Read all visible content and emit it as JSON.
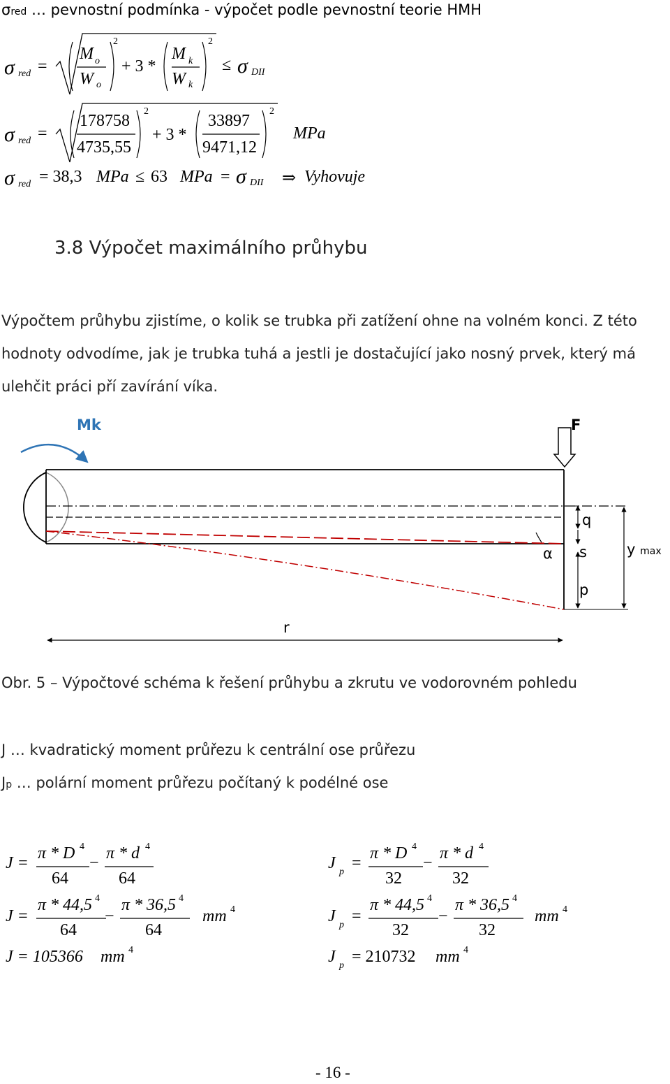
{
  "top_definition": {
    "sigma": "σ",
    "sub": "red",
    "text": " … pevnostní podmínka - výpočet podle pevnostní teorie HMH"
  },
  "eq1": {
    "sigma": "σ",
    "sub": "red",
    "eq": "=",
    "M": "M",
    "o": "o",
    "W": "W",
    "k": "k",
    "plus3": "+ 3 *",
    "exp": "2",
    "leq": "≤",
    "rhs_sigma": "σ",
    "rhs_sub": "DII"
  },
  "eq2": {
    "sigma": "σ",
    "sub": "red",
    "eq": "=",
    "num1": "178758",
    "den1": "4735,55",
    "plus3": "+ 3 *",
    "num2": "33897",
    "den2": "9471,12",
    "exp": "2",
    "unit": "MPa"
  },
  "eq3": {
    "sigma": "σ",
    "sub": "red",
    "value": "= 38,3",
    "mpa1": "MPa",
    "leq": "≤",
    "limit": "63",
    "mpa2": "MPa",
    "eq": "=",
    "rhs_sigma": "σ",
    "rhs_sub": "DII",
    "implies": "⇒",
    "result": "Vyhovuje"
  },
  "section_heading": "3.8 Výpočet maximálního průhybu",
  "paragraph": {
    "line1": "Výpočtem průhybu zjistíme, o kolik se trubka při zatížení ohne na volném konci. Z této",
    "line2": "hodnoty odvodíme, jak je trubka tuhá a jestli je dostačující jako nosný prvek, který má",
    "line3": "ulehčit práci pří zavírání víka."
  },
  "diagram": {
    "labels": {
      "mk": "Mk",
      "f": "F",
      "q": "q",
      "alpha": "α",
      "s": "s",
      "p": "p",
      "y": "y",
      "ymax_sub": "max",
      "r": "r"
    },
    "colors": {
      "mk_blue": "#2e74b5",
      "deflect_red": "#c00000",
      "outline": "#000000",
      "circle": "#888888"
    }
  },
  "caption": "Obr. 5 – Výpočtové schéma k řešení průhybu a zkrutu ve vodorovném pohledu",
  "def_j": "J … kvadratický moment průřezu k centrální ose průřezu",
  "def_jp": {
    "main": "J",
    "sub": "p",
    "text": " … polární moment průřezu počítaný k podélné ose"
  },
  "formula_j": {
    "line1": {
      "lhs": "J =",
      "num1": "π * D",
      "num2": "π * d",
      "exp": "4",
      "den": "64",
      "minus": "−"
    },
    "line2": {
      "lhs": "J =",
      "num1": "π * 44,5",
      "num2": "π * 36,5",
      "exp": "4",
      "den": "64",
      "minus": "−",
      "unit": "mm"
    },
    "line3": {
      "lhs": "J = 105366",
      "unit": "mm",
      "exp": "4"
    }
  },
  "formula_jp": {
    "line1": {
      "lhs_main": "J",
      "lhs_sub": "p",
      "eq": "=",
      "num1": "π * D",
      "num2": "π * d",
      "exp": "4",
      "den": "32",
      "minus": "−"
    },
    "line2": {
      "lhs_main": "J",
      "lhs_sub": "p",
      "eq": "=",
      "num1": "π * 44,5",
      "num2": "π * 36,5",
      "exp": "4",
      "den": "32",
      "minus": "−",
      "unit": "mm"
    },
    "line3": {
      "lhs_main": "J",
      "lhs_sub": "p",
      "value": "= 210732",
      "unit": "mm",
      "exp": "4"
    }
  },
  "page_number": "- 16 -"
}
